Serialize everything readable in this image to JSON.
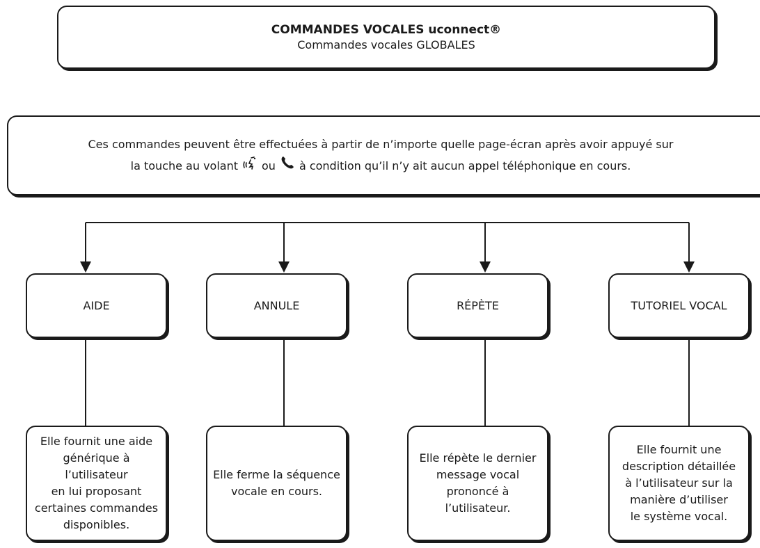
{
  "title": {
    "heading": "COMMANDES VOCALES uconnect®",
    "subheading": "Commandes vocales GLOBALES"
  },
  "intro": {
    "line1": "Ces commandes peuvent être effectuées à partir de n’importe quelle page-écran après avoir appuyé sur",
    "line2_before": "la touche au volant",
    "line2_middle": "ou",
    "line2_after": "à condition qu’il n’y ait aucun appel téléphonique en cours.",
    "icons": [
      "voice-command-icon",
      "phone-icon"
    ]
  },
  "commands": [
    {
      "label": "AIDE",
      "description_lines": [
        "Elle fournit une aide",
        "générique à l’utilisateur",
        "en lui proposant",
        "certaines commandes",
        "disponibles."
      ]
    },
    {
      "label": "ANNULE",
      "description_lines": [
        "Elle ferme la séquence",
        "vocale en cours."
      ]
    },
    {
      "label": "RÉPÈTE",
      "description_lines": [
        "Elle répète le dernier",
        "message vocal",
        "prononcé à",
        "l’utilisateur."
      ]
    },
    {
      "label": "TUTORIEL VOCAL",
      "description_lines": [
        "Elle fournit une",
        "description détaillée",
        "à l’utilisateur sur la",
        "manière d’utiliser",
        "le système vocal."
      ]
    }
  ]
}
